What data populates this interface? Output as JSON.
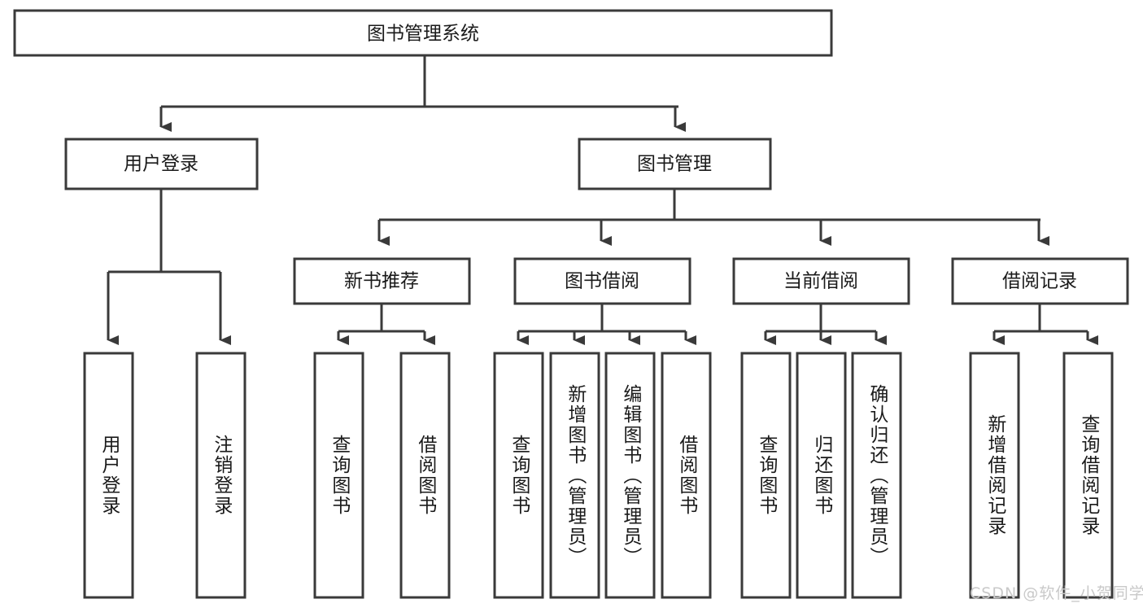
{
  "diagram": {
    "title": "图书管理系统",
    "type": "tree-hierarchy",
    "orientation": "top-down",
    "background_color": "#ffffff",
    "line_color": "#3a3a3a",
    "text_color": "#1a1a1a",
    "root": {
      "label": "图书管理系统"
    },
    "level2": [
      {
        "label": "用户登录"
      },
      {
        "label": "图书管理"
      }
    ],
    "level3": [
      {
        "label": "新书推荐"
      },
      {
        "label": "图书借阅"
      },
      {
        "label": "当前借阅"
      },
      {
        "label": "借阅记录"
      }
    ],
    "leaves": {
      "user_login": [
        {
          "label": "用户登录"
        },
        {
          "label": "注销登录"
        }
      ],
      "new_book_recommend": [
        {
          "label": "查询图书"
        },
        {
          "label": "借阅图书"
        }
      ],
      "book_borrow": [
        {
          "label": "查询图书"
        },
        {
          "label": "新增图书（管理员）"
        },
        {
          "label": "编辑图书（管理员）"
        },
        {
          "label": "借阅图书"
        }
      ],
      "current_borrow": [
        {
          "label": "查询图书"
        },
        {
          "label": "归还图书"
        },
        {
          "label": "确认归还（管理员）"
        }
      ],
      "borrow_record": [
        {
          "label": "新增借阅记录"
        },
        {
          "label": "查询借阅记录"
        }
      ]
    }
  },
  "watermark": {
    "text": "CSDN @软件_小贺同学"
  }
}
